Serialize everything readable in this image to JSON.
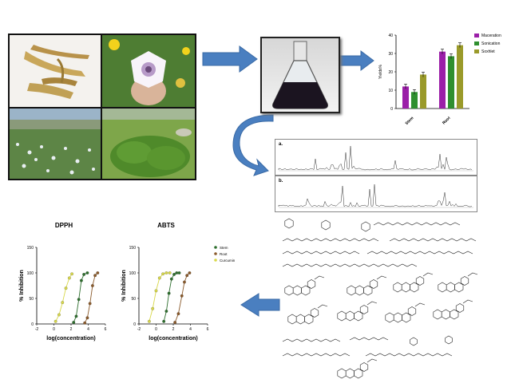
{
  "bar_chart": {
    "legend": [
      "Maceration",
      "Sonication",
      "Soxhlet"
    ],
    "colors": [
      "#9b1fa8",
      "#2f8f2f",
      "#9a9a2a"
    ],
    "yticks": [
      "0",
      "10",
      "20",
      "30",
      "40"
    ],
    "ylabel": "Yields%",
    "categories": [
      "Stem",
      "Root"
    ]
  },
  "chrom": {
    "a_label": "a.",
    "b_label": "b."
  },
  "dpph": {
    "title": "DPPH",
    "ylabel": "% Inhibition",
    "xlabel": "log(concentration)",
    "yticks": [
      "150",
      "100",
      "50",
      "0"
    ],
    "xticks": [
      "-2",
      "0",
      "2",
      "4",
      "6"
    ]
  },
  "abts": {
    "title": "ABTS",
    "ylabel": "% Inhibition",
    "xlabel": "log(concentration)",
    "yticks": [
      "150",
      "100",
      "50",
      "0"
    ],
    "xticks": [
      "-2",
      "0",
      "2",
      "4",
      "6"
    ],
    "legend": [
      "Stem",
      "Root",
      "Curcumin"
    ]
  },
  "colors": {
    "arrow": "#4a7fc0",
    "stem": "#2d6e2d",
    "root": "#8a5a2b",
    "curcumin": "#d8d84a"
  },
  "chart_data": [
    {
      "type": "bar",
      "categories": [
        "Stem",
        "Root"
      ],
      "ylabel": "Yields%",
      "ylim": [
        0,
        40
      ],
      "series": [
        {
          "name": "Maceration",
          "values": [
            12,
            31
          ]
        },
        {
          "name": "Sonication",
          "values": [
            9,
            28.5
          ]
        },
        {
          "name": "Soxhlet",
          "values": [
            18.5,
            34.5
          ]
        }
      ]
    },
    {
      "type": "scatter",
      "title": "DPPH",
      "xlabel": "log(concentration)",
      "ylabel": "% Inhibition",
      "xlim": [
        -2,
        6
      ],
      "ylim": [
        0,
        150
      ],
      "series": [
        {
          "name": "Stem",
          "x": [
            2.3,
            2.6,
            2.9,
            3.2,
            3.5,
            3.9
          ],
          "y": [
            3,
            15,
            48,
            85,
            97,
            100
          ]
        },
        {
          "name": "Root",
          "x": [
            3.6,
            3.9,
            4.2,
            4.5,
            4.8,
            5.1
          ],
          "y": [
            2,
            12,
            40,
            75,
            95,
            100
          ]
        },
        {
          "name": "Curcumin",
          "x": [
            0.2,
            0.6,
            1.0,
            1.4,
            1.8,
            2.1
          ],
          "y": [
            5,
            18,
            42,
            70,
            90,
            98
          ]
        }
      ]
    },
    {
      "type": "scatter",
      "title": "ABTS",
      "xlabel": "log(concentration)",
      "ylabel": "% Inhibition",
      "xlim": [
        -2,
        6
      ],
      "ylim": [
        0,
        150
      ],
      "series": [
        {
          "name": "Stem",
          "x": [
            0.9,
            1.2,
            1.5,
            1.8,
            2.1,
            2.4,
            2.7
          ],
          "y": [
            5,
            25,
            60,
            88,
            97,
            100,
            100
          ]
        },
        {
          "name": "Root",
          "x": [
            2.2,
            2.6,
            3.0,
            3.3,
            3.6,
            3.9
          ],
          "y": [
            3,
            20,
            55,
            82,
            95,
            100
          ]
        },
        {
          "name": "Curcumin",
          "x": [
            -0.8,
            -0.4,
            0.0,
            0.4,
            0.8,
            1.2,
            1.6
          ],
          "y": [
            5,
            30,
            65,
            90,
            98,
            100,
            100
          ]
        }
      ]
    }
  ]
}
